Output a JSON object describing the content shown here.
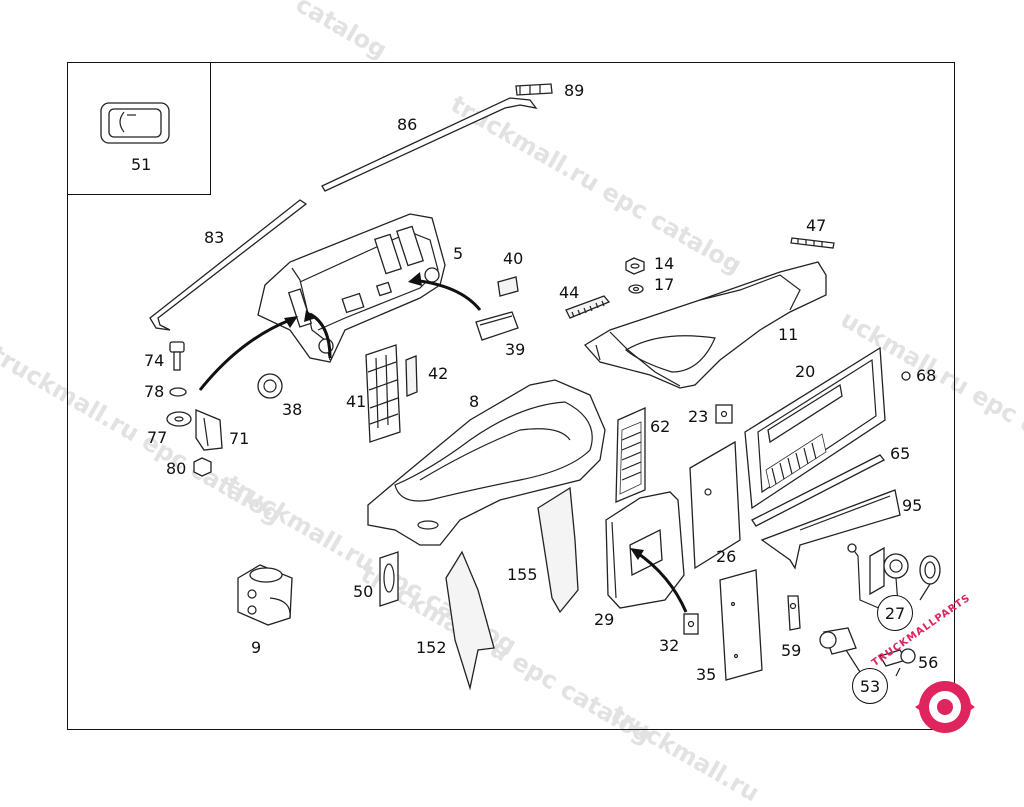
{
  "watermark": {
    "lines": [
      "catalog",
      "truckmall.ru epc catalog",
      "truckmall.ru epc catalog",
      "uckmall.ru epc catalog",
      "truckmall.ru epc catalog",
      "truckmall.ru epc catalog",
      "truckmall.ru epc catalog",
      "truckmall.ru"
    ],
    "color": "#e2e2e2"
  },
  "logo": {
    "text": "TRUCKMALLPARTS",
    "color": "#e0245e"
  },
  "labels": {
    "l51": "51",
    "l89": "89",
    "l86": "86",
    "l83": "83",
    "l5": "5",
    "l40": "40",
    "l39": "39",
    "l14": "14",
    "l17": "17",
    "l44": "44",
    "l47": "47",
    "l11": "11",
    "l74": "74",
    "l78": "78",
    "l77": "77",
    "l71": "71",
    "l80": "80",
    "l38": "38",
    "l41": "41",
    "l42": "42",
    "l8": "8",
    "l68": "68",
    "l20": "20",
    "l23": "23",
    "l62": "62",
    "l65": "65",
    "l95": "95",
    "l26": "26",
    "l155": "155",
    "l9": "9",
    "l50": "50",
    "l152": "152",
    "l29": "29",
    "l32": "32",
    "l35": "35",
    "l59": "59",
    "l27": "27",
    "l53": "53",
    "l56": "56"
  }
}
